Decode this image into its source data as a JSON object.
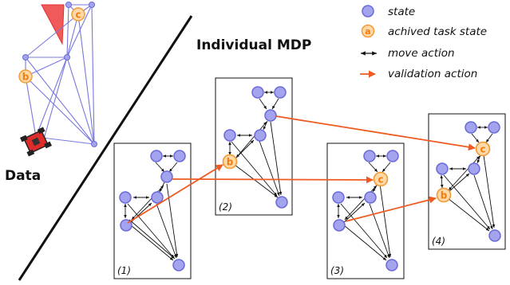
{
  "title": "Individual MDP",
  "data_label": "Data",
  "legend": [
    {
      "symbol": "state-circle",
      "label": "state"
    },
    {
      "symbol": "task-circle",
      "letter": "a",
      "label": "achived task state"
    },
    {
      "symbol": "double-arrow",
      "label": "move action"
    },
    {
      "symbol": "orange-arrow",
      "label": "validation action"
    }
  ],
  "colors": {
    "state_fill": "#a3a3ee",
    "state_stroke": "#6a6ad8",
    "task_fill": "#ffd9a8",
    "task_stroke": "#f39a33",
    "task_text": "#f07f10",
    "validation": "#ef5a20",
    "graph_edge": "#7878e0",
    "robot": "#e02b2b"
  },
  "data_map_tasks": [
    "c",
    "b"
  ],
  "panels": [
    {
      "id": "(1)",
      "task": null
    },
    {
      "id": "(2)",
      "task": "b"
    },
    {
      "id": "(3)",
      "task": "c"
    },
    {
      "id": "(4)",
      "task": "c",
      "task2": "b"
    }
  ]
}
